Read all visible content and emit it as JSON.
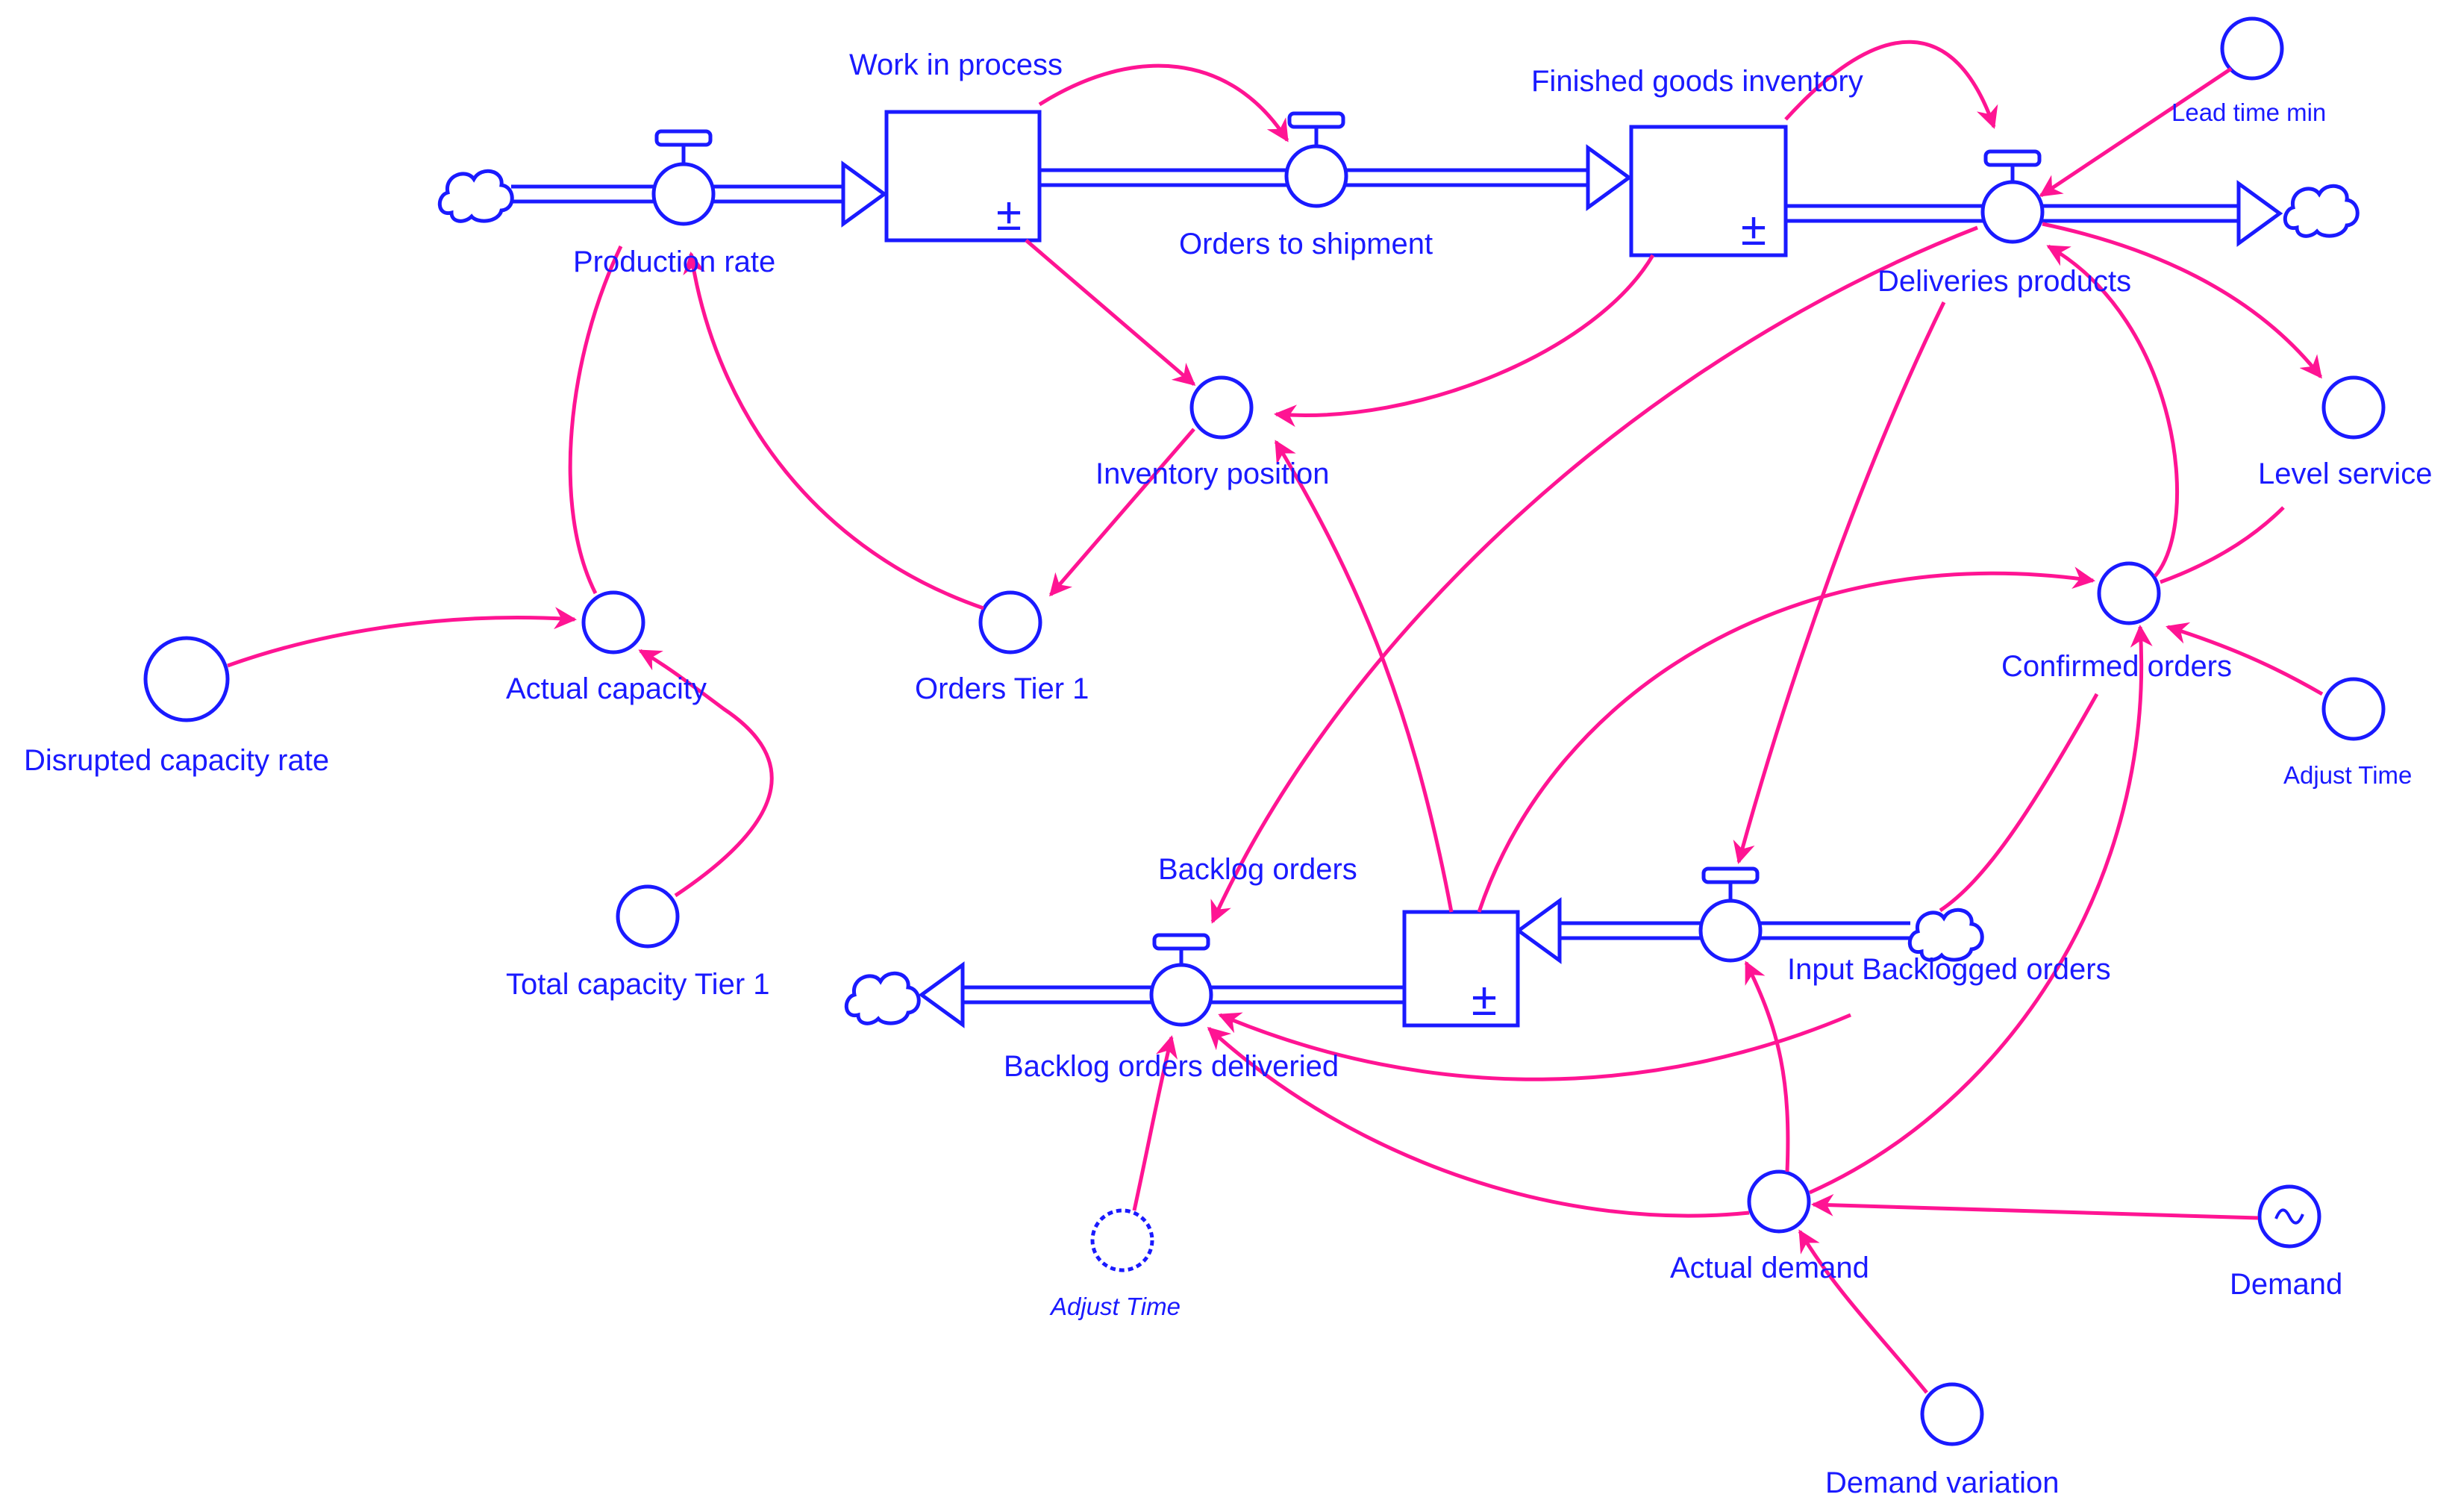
{
  "diagram": {
    "colors": {
      "element": "#1a1aff",
      "link": "#ff1493",
      "background": "#ffffff"
    },
    "stocks": [
      {
        "id": "wip",
        "label": "Work in process",
        "symbol": "±"
      },
      {
        "id": "fgi",
        "label": "Finished goods inventory",
        "symbol": "±"
      },
      {
        "id": "backlog",
        "label": "Backlog orders",
        "symbol": "±"
      }
    ],
    "flows": [
      {
        "id": "production_rate",
        "label": "Production rate"
      },
      {
        "id": "orders_to_shipment",
        "label": "Orders to shipment"
      },
      {
        "id": "deliveries_products",
        "label": "Deliveries products"
      },
      {
        "id": "backlog_orders_deliveried",
        "label": "Backlog orders deliveried"
      },
      {
        "id": "input_backlogged_orders",
        "label": "Input Backlogged orders"
      }
    ],
    "variables": [
      {
        "id": "inventory_position",
        "label": "Inventory position"
      },
      {
        "id": "orders_tier1",
        "label": "Orders Tier 1"
      },
      {
        "id": "actual_capacity",
        "label": "Actual capacity"
      },
      {
        "id": "disrupted_capacity_rate",
        "label": "Disrupted capacity rate"
      },
      {
        "id": "total_capacity_tier1",
        "label": "Total capacity Tier 1"
      },
      {
        "id": "lead_time_min",
        "label": "Lead time min"
      },
      {
        "id": "level_service",
        "label": "Level service"
      },
      {
        "id": "confirmed_orders",
        "label": "Confirmed orders"
      },
      {
        "id": "adjust_time",
        "label": "Adjust Time"
      },
      {
        "id": "adjust_time_ghost",
        "label": "Adjust Time"
      },
      {
        "id": "actual_demand",
        "label": "Actual demand"
      },
      {
        "id": "demand",
        "label": "Demand",
        "icon": "wave-icon"
      },
      {
        "id": "demand_variation",
        "label": "Demand variation"
      }
    ]
  }
}
